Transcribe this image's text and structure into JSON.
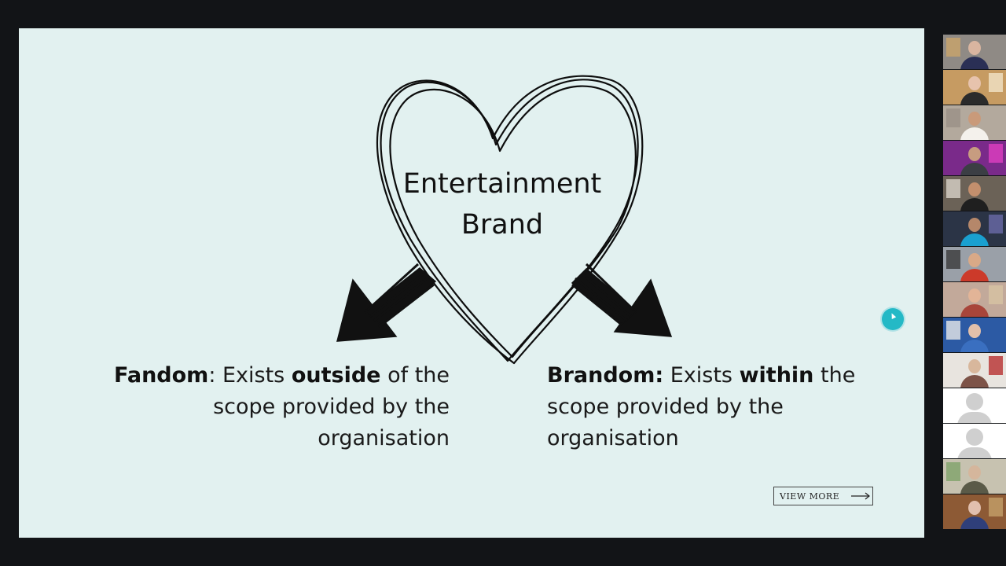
{
  "slide": {
    "title_line1": "Entertainment",
    "title_line2": "Brand",
    "fandom": {
      "term": "Fandom",
      "colon": ": Exists ",
      "emphasis": "outside",
      "rest_line1": " of the",
      "line2": "scope provided by the",
      "line3": "organisation"
    },
    "brandom": {
      "term": "Brandom:",
      "pre": " Exists ",
      "emphasis": "within",
      "rest_line1": " the",
      "line2": "scope provided by the",
      "line3": "organisation"
    },
    "view_more_label": "VIEW MORE",
    "background_color": "#e2f1f0"
  },
  "participants": [
    {
      "bg": "#8f8a85",
      "skin": "#d9b5a0",
      "shirt": "#2a2f55",
      "accent": "#c9a46a"
    },
    {
      "bg": "#c69b62",
      "skin": "#e7c3ad",
      "shirt": "#2b2b2b",
      "accent": "#f1e4c8"
    },
    {
      "bg": "#b3a99d",
      "skin": "#c99a7a",
      "shirt": "#f4f1ec",
      "accent": "#9a9087"
    },
    {
      "bg": "#7a2a8a",
      "skin": "#c79c80",
      "shirt": "#3b3e44",
      "accent": "#e03fc0"
    },
    {
      "bg": "#6b6257",
      "skin": "#c38f6d",
      "shirt": "#1f1f1f",
      "accent": "#d8d2c8"
    },
    {
      "bg": "#2b3446",
      "skin": "#b5876a",
      "shirt": "#1aa0d0",
      "accent": "#6a6aa8"
    },
    {
      "bg": "#9aa0a8",
      "skin": "#d9a987",
      "shirt": "#cc3a2a",
      "accent": "#3a3a3a"
    },
    {
      "bg": "#c2a99a",
      "skin": "#e2b497",
      "shirt": "#a8453a",
      "accent": "#d7c3a2"
    },
    {
      "bg": "#2c5aa4",
      "skin": "#e2c0aa",
      "shirt": "#3a6fc0",
      "accent": "#e8e8e8"
    },
    {
      "bg": "#e8e4df",
      "skin": "#d8b79c",
      "shirt": "#7d5348",
      "accent": "#b62f2f"
    },
    {
      "placeholder": true
    },
    {
      "placeholder": true
    },
    {
      "bg": "#c7c2b0",
      "skin": "#d5b69c",
      "shirt": "#5a5a48",
      "accent": "#7fa36a"
    },
    {
      "bg": "#8d5a35",
      "skin": "#e1bfae",
      "shirt": "#2f3f7a",
      "accent": "#c4a06a"
    }
  ]
}
